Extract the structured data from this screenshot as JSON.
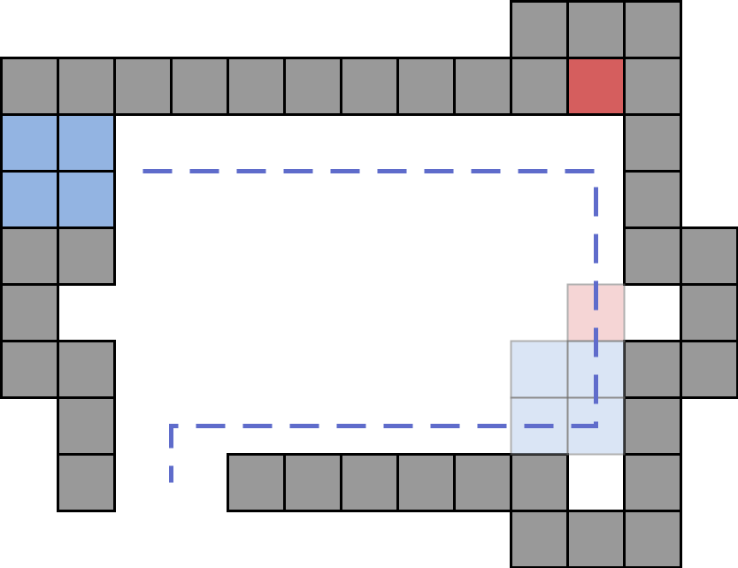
{
  "colors": {
    "wall": "#999999",
    "highlight_red": "#d55e5e",
    "highlight_blue": "#93b4e2",
    "ghost_red": "#eeb4b4",
    "ghost_blue": "#bcd0ee",
    "path": "#5f6ccb",
    "background": "#ffffff"
  },
  "grid": {
    "columns": 13,
    "rows": 10
  },
  "walls": [
    [
      9,
      0
    ],
    [
      10,
      0
    ],
    [
      11,
      0
    ],
    [
      0,
      1
    ],
    [
      1,
      1
    ],
    [
      2,
      1
    ],
    [
      3,
      1
    ],
    [
      4,
      1
    ],
    [
      5,
      1
    ],
    [
      6,
      1
    ],
    [
      7,
      1
    ],
    [
      8,
      1
    ],
    [
      9,
      1
    ],
    [
      11,
      1
    ],
    [
      11,
      2
    ],
    [
      11,
      3
    ],
    [
      11,
      4
    ],
    [
      12,
      4
    ],
    [
      0,
      4
    ],
    [
      1,
      4
    ],
    [
      0,
      5
    ],
    [
      12,
      5
    ],
    [
      0,
      6
    ],
    [
      1,
      6
    ],
    [
      11,
      6
    ],
    [
      12,
      6
    ],
    [
      1,
      7
    ],
    [
      11,
      7
    ],
    [
      1,
      8
    ],
    [
      4,
      8
    ],
    [
      5,
      8
    ],
    [
      6,
      8
    ],
    [
      7,
      8
    ],
    [
      8,
      8
    ],
    [
      9,
      8
    ],
    [
      11,
      8
    ],
    [
      9,
      9
    ],
    [
      10,
      9
    ],
    [
      11,
      9
    ]
  ],
  "highlight_red": [
    [
      10,
      1
    ]
  ],
  "highlight_blue": [
    [
      0,
      2
    ],
    [
      1,
      2
    ],
    [
      0,
      3
    ],
    [
      1,
      3
    ]
  ],
  "ghost_red": [
    [
      10,
      5
    ]
  ],
  "ghost_blue": [
    [
      9,
      6
    ],
    [
      10,
      6
    ],
    [
      9,
      7
    ],
    [
      10,
      7
    ]
  ],
  "path": [
    [
      2.5,
      3
    ],
    [
      10.5,
      3
    ],
    [
      10.5,
      7.5
    ],
    [
      3,
      7.5
    ],
    [
      3,
      8.5
    ]
  ]
}
